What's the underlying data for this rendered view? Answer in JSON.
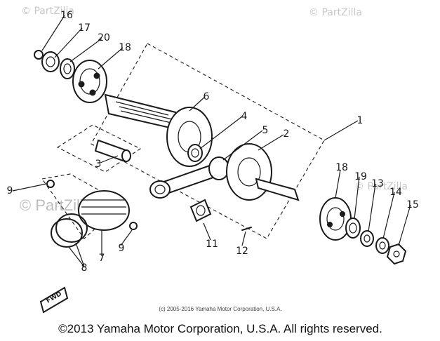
{
  "watermarks": {
    "top_left": "© PartZilla",
    "top_right": "© PartZilla",
    "mid_right": "© PartZilla",
    "center_logo": "© PartZilla.com"
  },
  "callouts": {
    "c1": "1",
    "c2": "2",
    "c3": "3",
    "c4": "4",
    "c5": "5",
    "c6": "6",
    "c7": "7",
    "c8": "8",
    "c9a": "9",
    "c9b": "9",
    "c11": "11",
    "c12": "12",
    "c13": "13",
    "c14": "14",
    "c15": "15",
    "c16": "16",
    "c17": "17",
    "c18a": "18",
    "c18b": "18",
    "c19": "19",
    "c20": "20"
  },
  "fwd_label": "FWD",
  "small_copyright": "(c) 2005-2016 Yamaha Motor Corporation, U.S.A.",
  "footer_copyright": "©2013 Yamaha Motor Corporation, U.S.A. All rights reserved."
}
